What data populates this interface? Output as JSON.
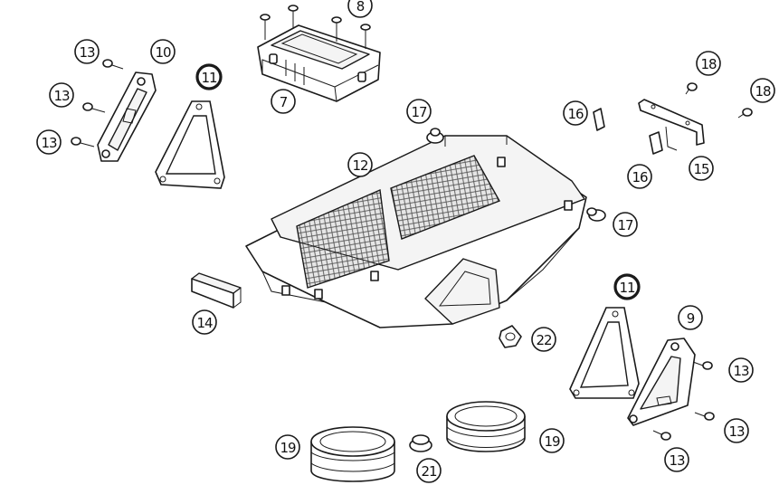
{
  "highlight_color": "#E8731E",
  "line_color": "#1a1a1a",
  "callouts": [
    {
      "label": "7",
      "highlighted": false
    },
    {
      "label": "8",
      "highlighted": false
    },
    {
      "label": "9",
      "highlighted": false
    },
    {
      "label": "10",
      "highlighted": false
    },
    {
      "label": "11",
      "highlighted": true
    },
    {
      "label": "11",
      "highlighted": true
    },
    {
      "label": "12",
      "highlighted": false
    },
    {
      "label": "13",
      "highlighted": false
    },
    {
      "label": "13",
      "highlighted": false
    },
    {
      "label": "13",
      "highlighted": false
    },
    {
      "label": "13",
      "highlighted": false
    },
    {
      "label": "13",
      "highlighted": false
    },
    {
      "label": "13",
      "highlighted": false
    },
    {
      "label": "14",
      "highlighted": false
    },
    {
      "label": "15",
      "highlighted": false
    },
    {
      "label": "16",
      "highlighted": false
    },
    {
      "label": "16",
      "highlighted": false
    },
    {
      "label": "17",
      "highlighted": false
    },
    {
      "label": "17",
      "highlighted": false
    },
    {
      "label": "18",
      "highlighted": false
    },
    {
      "label": "18",
      "highlighted": false
    },
    {
      "label": "19",
      "highlighted": false
    },
    {
      "label": "19",
      "highlighted": false
    },
    {
      "label": "21",
      "highlighted": false
    },
    {
      "label": "22",
      "highlighted": false
    }
  ]
}
